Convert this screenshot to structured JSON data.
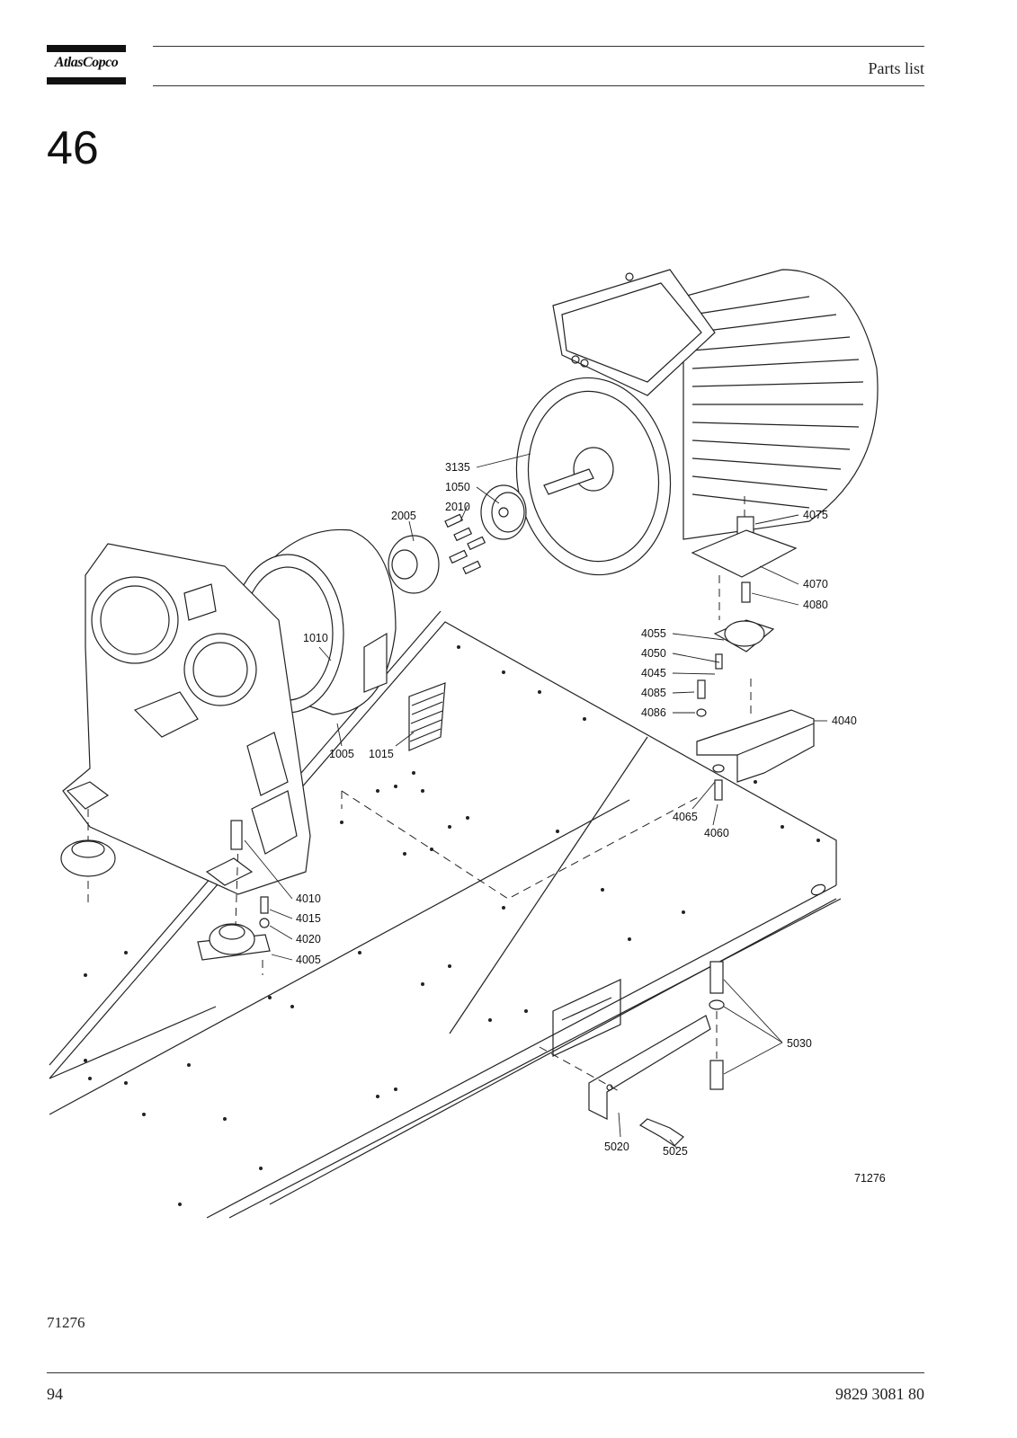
{
  "header": {
    "logo_text": "AtlasCopco",
    "title": "Parts list"
  },
  "section_number": "46",
  "drawing": {
    "figure_id": "71276",
    "callouts": {
      "c3135": "3135",
      "c1050": "1050",
      "c2010": "2010",
      "c2005": "2005",
      "c4075": "4075",
      "c4070": "4070",
      "c4080": "4080",
      "c4055": "4055",
      "c4050": "4050",
      "c4045": "4045",
      "c4085": "4085",
      "c4086": "4086",
      "c4040": "4040",
      "c1010": "1010",
      "c1005": "1005",
      "c1015": "1015",
      "c4065": "4065",
      "c4060": "4060",
      "c4010": "4010",
      "c4015": "4015",
      "c4020": "4020",
      "c4005": "4005",
      "c5030": "5030",
      "c5020": "5020",
      "c5025": "5025"
    }
  },
  "footer": {
    "figure_ref": "71276",
    "page_number": "94",
    "document_number": "9829 3081 80"
  }
}
